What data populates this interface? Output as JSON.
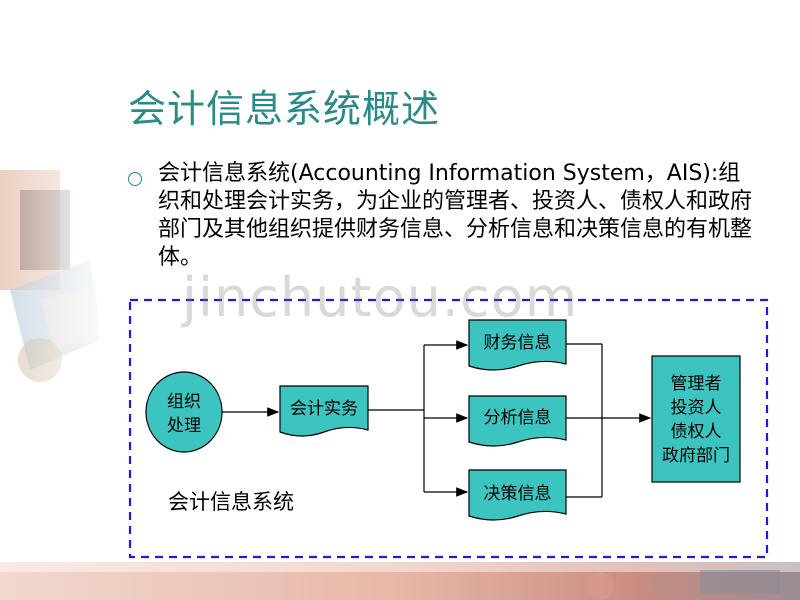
{
  "slide": {
    "title": "会计信息系统概述",
    "bullet_text": "会计信息系统(Accounting Information System，AIS):组织和处理会计实务，为企业的管理者、投资人、债权人和政府部门及其他组织提供财务信息、分析信息和决策信息的有机整体。",
    "watermark": "jinchutou.com"
  },
  "diagram": {
    "source_circle": [
      "组织",
      "处理"
    ],
    "process_box": "会计实务",
    "outputs": [
      "财务信息",
      "分析信息",
      "决策信息"
    ],
    "receiver_box": [
      "管理者",
      "投资人",
      "债权人",
      "政府部门"
    ],
    "system_label": "会计信息系统"
  },
  "colors": {
    "title": "#2a8a8a",
    "teal_fill": "#3cc4c0",
    "dashed_border": "#1a1ae0",
    "bullet": "#1a8c8c"
  }
}
